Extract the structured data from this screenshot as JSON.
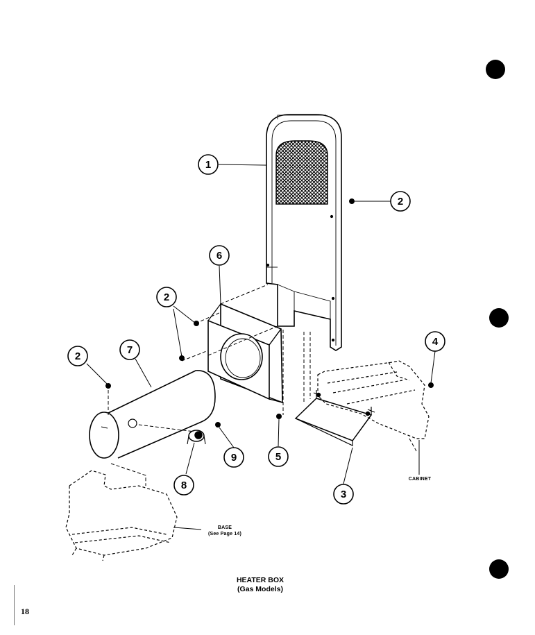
{
  "callouts": [
    "1",
    "2",
    "2",
    "2",
    "2",
    "3",
    "4",
    "5",
    "6",
    "7",
    "8",
    "9"
  ],
  "notes": {
    "cabinet": "CABINET",
    "base_line1": "BASE",
    "base_line2": "(See Page 14)"
  },
  "title": {
    "line1": "HEATER BOX",
    "line2": "(Gas Models)"
  },
  "page_number": "18"
}
